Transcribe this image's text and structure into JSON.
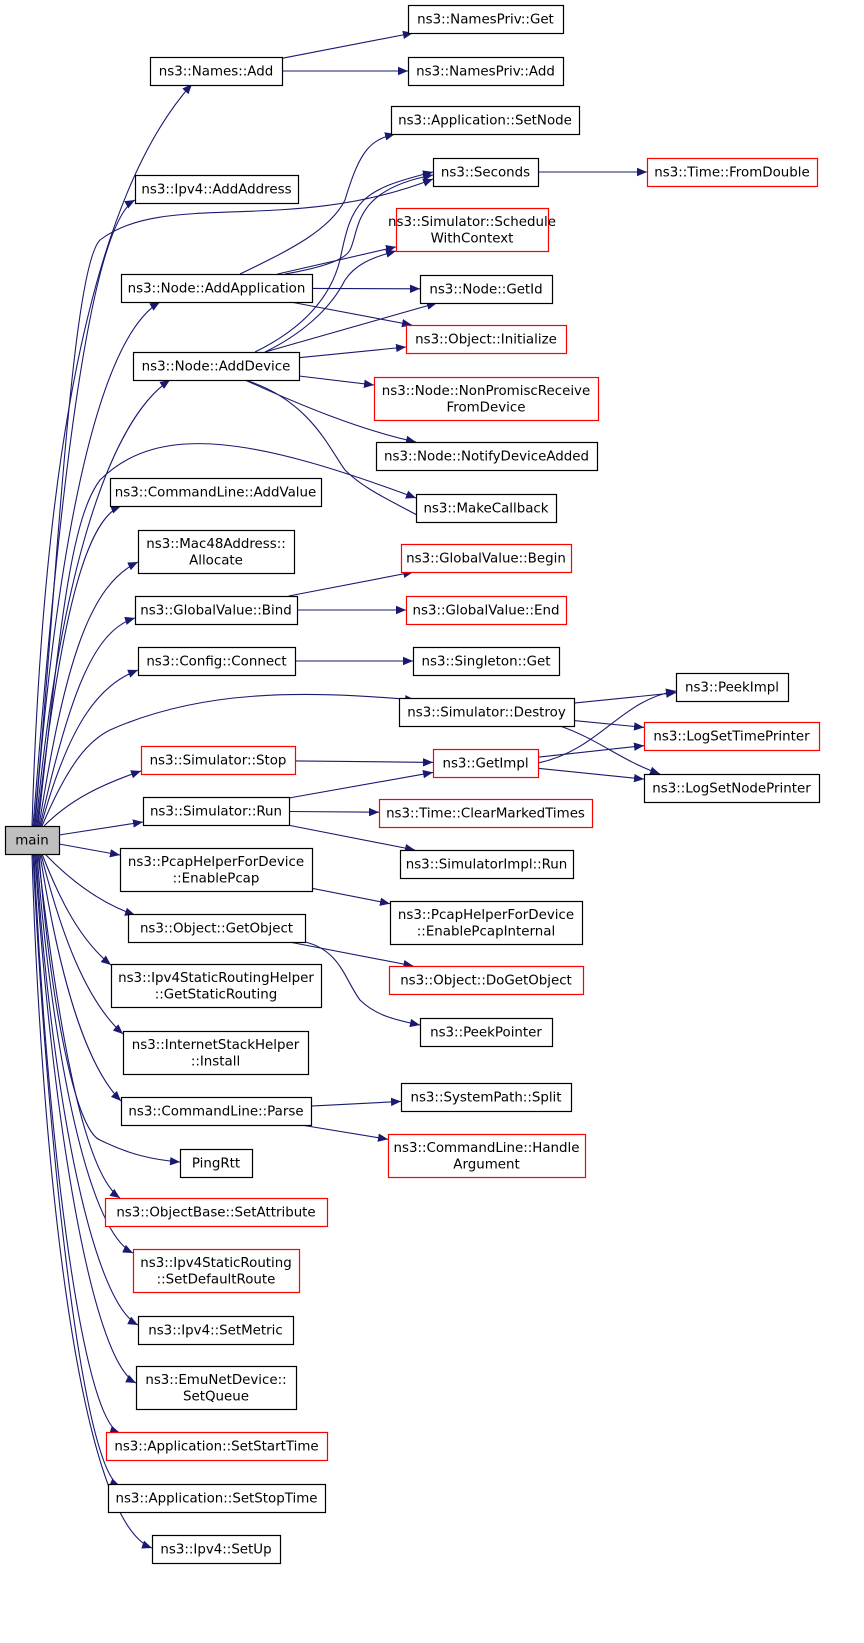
{
  "colors": {
    "edge": "#191970",
    "normal_border": "#000000",
    "truncated_border": "#ff0000",
    "root_fill": "#bfbfbf",
    "node_fill": "#ffffff"
  },
  "nodes": [
    {
      "id": "main",
      "lines": [
        "main"
      ],
      "style": "root"
    },
    {
      "id": "names_add",
      "lines": [
        "ns3::Names::Add"
      ],
      "style": "normal"
    },
    {
      "id": "namespriv_get",
      "lines": [
        "ns3::NamesPriv::Get"
      ],
      "style": "normal"
    },
    {
      "id": "namespriv_add",
      "lines": [
        "ns3::NamesPriv::Add"
      ],
      "style": "normal"
    },
    {
      "id": "app_setnode",
      "lines": [
        "ns3::Application::SetNode"
      ],
      "style": "normal"
    },
    {
      "id": "ipv4_addaddress",
      "lines": [
        "ns3::Ipv4::AddAddress"
      ],
      "style": "normal"
    },
    {
      "id": "seconds",
      "lines": [
        "ns3::Seconds"
      ],
      "style": "normal"
    },
    {
      "id": "time_fromdouble",
      "lines": [
        "ns3::Time::FromDouble"
      ],
      "style": "truncated"
    },
    {
      "id": "sim_schedulewithcontext",
      "lines": [
        "ns3::Simulator::Schedule",
        "WithContext"
      ],
      "style": "truncated"
    },
    {
      "id": "node_addapplication",
      "lines": [
        "ns3::Node::AddApplication"
      ],
      "style": "normal"
    },
    {
      "id": "node_getid",
      "lines": [
        "ns3::Node::GetId"
      ],
      "style": "normal"
    },
    {
      "id": "object_initialize",
      "lines": [
        "ns3::Object::Initialize"
      ],
      "style": "truncated"
    },
    {
      "id": "node_adddevice",
      "lines": [
        "ns3::Node::AddDevice"
      ],
      "style": "normal"
    },
    {
      "id": "node_nonpromisc",
      "lines": [
        "ns3::Node::NonPromiscReceive",
        "FromDevice"
      ],
      "style": "truncated"
    },
    {
      "id": "node_notifydeviceadded",
      "lines": [
        "ns3::Node::NotifyDeviceAdded"
      ],
      "style": "normal"
    },
    {
      "id": "cmdline_addvalue",
      "lines": [
        "ns3::CommandLine::AddValue"
      ],
      "style": "normal"
    },
    {
      "id": "makecallback",
      "lines": [
        "ns3::MakeCallback"
      ],
      "style": "normal"
    },
    {
      "id": "mac48_allocate",
      "lines": [
        "ns3::Mac48Address::",
        "Allocate"
      ],
      "style": "normal"
    },
    {
      "id": "globalvalue_begin",
      "lines": [
        "ns3::GlobalValue::Begin"
      ],
      "style": "truncated"
    },
    {
      "id": "globalvalue_bind",
      "lines": [
        "ns3::GlobalValue::Bind"
      ],
      "style": "normal"
    },
    {
      "id": "globalvalue_end",
      "lines": [
        "ns3::GlobalValue::End"
      ],
      "style": "truncated"
    },
    {
      "id": "config_connect",
      "lines": [
        "ns3::Config::Connect"
      ],
      "style": "normal"
    },
    {
      "id": "singleton_get",
      "lines": [
        "ns3::Singleton::Get"
      ],
      "style": "normal"
    },
    {
      "id": "peekimpl",
      "lines": [
        "ns3::PeekImpl"
      ],
      "style": "normal"
    },
    {
      "id": "sim_destroy",
      "lines": [
        "ns3::Simulator::Destroy"
      ],
      "style": "normal"
    },
    {
      "id": "logsettimeprinter",
      "lines": [
        "ns3::LogSetTimePrinter"
      ],
      "style": "truncated"
    },
    {
      "id": "sim_stop",
      "lines": [
        "ns3::Simulator::Stop"
      ],
      "style": "truncated"
    },
    {
      "id": "getimpl",
      "lines": [
        "ns3::GetImpl"
      ],
      "style": "truncated"
    },
    {
      "id": "logsetnodeprinter",
      "lines": [
        "ns3::LogSetNodePrinter"
      ],
      "style": "normal"
    },
    {
      "id": "sim_run",
      "lines": [
        "ns3::Simulator::Run"
      ],
      "style": "normal"
    },
    {
      "id": "time_clearmarkedtimes",
      "lines": [
        "ns3::Time::ClearMarkedTimes"
      ],
      "style": "truncated"
    },
    {
      "id": "simimpl_run",
      "lines": [
        "ns3::SimulatorImpl::Run"
      ],
      "style": "normal"
    },
    {
      "id": "pcap_enablepcap",
      "lines": [
        "ns3::PcapHelperForDevice",
        "::EnablePcap"
      ],
      "style": "normal"
    },
    {
      "id": "pcap_enablepcapinternal",
      "lines": [
        "ns3::PcapHelperForDevice",
        "::EnablePcapInternal"
      ],
      "style": "normal"
    },
    {
      "id": "object_getobject",
      "lines": [
        "ns3::Object::GetObject"
      ],
      "style": "normal"
    },
    {
      "id": "object_dogetobject",
      "lines": [
        "ns3::Object::DoGetObject"
      ],
      "style": "truncated"
    },
    {
      "id": "ipv4static_getstaticrouting",
      "lines": [
        "ns3::Ipv4StaticRoutingHelper",
        "::GetStaticRouting"
      ],
      "style": "normal"
    },
    {
      "id": "peekpointer",
      "lines": [
        "ns3::PeekPointer"
      ],
      "style": "normal"
    },
    {
      "id": "internetstack_install",
      "lines": [
        "ns3::InternetStackHelper",
        "::Install"
      ],
      "style": "normal"
    },
    {
      "id": "cmdline_parse",
      "lines": [
        "ns3::CommandLine::Parse"
      ],
      "style": "normal"
    },
    {
      "id": "systempath_split",
      "lines": [
        "ns3::SystemPath::Split"
      ],
      "style": "normal"
    },
    {
      "id": "cmdline_handleargument",
      "lines": [
        "ns3::CommandLine::Handle",
        "Argument"
      ],
      "style": "truncated"
    },
    {
      "id": "pingrtt",
      "lines": [
        "PingRtt"
      ],
      "style": "normal"
    },
    {
      "id": "objectbase_setattribute",
      "lines": [
        "ns3::ObjectBase::SetAttribute"
      ],
      "style": "truncated"
    },
    {
      "id": "ipv4staticrouting_setdefaultroute",
      "lines": [
        "ns3::Ipv4StaticRouting",
        "::SetDefaultRoute"
      ],
      "style": "truncated"
    },
    {
      "id": "ipv4_setmetric",
      "lines": [
        "ns3::Ipv4::SetMetric"
      ],
      "style": "normal"
    },
    {
      "id": "emunetdevice_setqueue",
      "lines": [
        "ns3::EmuNetDevice::",
        "SetQueue"
      ],
      "style": "normal"
    },
    {
      "id": "app_setstarttime",
      "lines": [
        "ns3::Application::SetStartTime"
      ],
      "style": "truncated"
    },
    {
      "id": "app_setstoptime",
      "lines": [
        "ns3::Application::SetStopTime"
      ],
      "style": "normal"
    },
    {
      "id": "ipv4_setup",
      "lines": [
        "ns3::Ipv4::SetUp"
      ],
      "style": "normal"
    }
  ],
  "edges": [
    [
      "main",
      "names_add"
    ],
    [
      "main",
      "ipv4_addaddress"
    ],
    [
      "main",
      "seconds"
    ],
    [
      "main",
      "node_addapplication"
    ],
    [
      "main",
      "node_adddevice"
    ],
    [
      "main",
      "cmdline_addvalue"
    ],
    [
      "main",
      "makecallback"
    ],
    [
      "main",
      "mac48_allocate"
    ],
    [
      "main",
      "globalvalue_bind"
    ],
    [
      "main",
      "config_connect"
    ],
    [
      "main",
      "sim_destroy"
    ],
    [
      "main",
      "sim_stop"
    ],
    [
      "main",
      "sim_run"
    ],
    [
      "main",
      "pcap_enablepcap"
    ],
    [
      "main",
      "object_getobject"
    ],
    [
      "main",
      "ipv4static_getstaticrouting"
    ],
    [
      "main",
      "internetstack_install"
    ],
    [
      "main",
      "cmdline_parse"
    ],
    [
      "main",
      "pingrtt"
    ],
    [
      "main",
      "objectbase_setattribute"
    ],
    [
      "main",
      "ipv4staticrouting_setdefaultroute"
    ],
    [
      "main",
      "ipv4_setmetric"
    ],
    [
      "main",
      "emunetdevice_setqueue"
    ],
    [
      "main",
      "app_setstarttime"
    ],
    [
      "main",
      "app_setstoptime"
    ],
    [
      "main",
      "ipv4_setup"
    ],
    [
      "names_add",
      "namespriv_get"
    ],
    [
      "names_add",
      "namespriv_add"
    ],
    [
      "seconds",
      "time_fromdouble"
    ],
    [
      "node_addapplication",
      "app_setnode"
    ],
    [
      "node_addapplication",
      "seconds"
    ],
    [
      "node_addapplication",
      "sim_schedulewithcontext"
    ],
    [
      "node_addapplication",
      "node_getid"
    ],
    [
      "node_addapplication",
      "object_initialize"
    ],
    [
      "node_adddevice",
      "seconds"
    ],
    [
      "node_adddevice",
      "sim_schedulewithcontext"
    ],
    [
      "node_adddevice",
      "node_getid"
    ],
    [
      "node_adddevice",
      "object_initialize"
    ],
    [
      "node_adddevice",
      "node_nonpromisc"
    ],
    [
      "node_adddevice",
      "node_notifydeviceadded"
    ],
    [
      "node_adddevice",
      "makecallback"
    ],
    [
      "globalvalue_bind",
      "globalvalue_begin"
    ],
    [
      "globalvalue_bind",
      "globalvalue_end"
    ],
    [
      "config_connect",
      "singleton_get"
    ],
    [
      "sim_destroy",
      "peekimpl"
    ],
    [
      "sim_destroy",
      "logsettimeprinter"
    ],
    [
      "sim_destroy",
      "logsetnodeprinter"
    ],
    [
      "sim_stop",
      "getimpl"
    ],
    [
      "getimpl",
      "peekimpl"
    ],
    [
      "getimpl",
      "logsettimeprinter"
    ],
    [
      "getimpl",
      "logsetnodeprinter"
    ],
    [
      "sim_run",
      "getimpl"
    ],
    [
      "sim_run",
      "time_clearmarkedtimes"
    ],
    [
      "sim_run",
      "simimpl_run"
    ],
    [
      "pcap_enablepcap",
      "pcap_enablepcapinternal"
    ],
    [
      "object_getobject",
      "object_dogetobject"
    ],
    [
      "object_getobject",
      "peekpointer"
    ],
    [
      "cmdline_parse",
      "systempath_split"
    ],
    [
      "cmdline_parse",
      "cmdline_handleargument"
    ]
  ]
}
